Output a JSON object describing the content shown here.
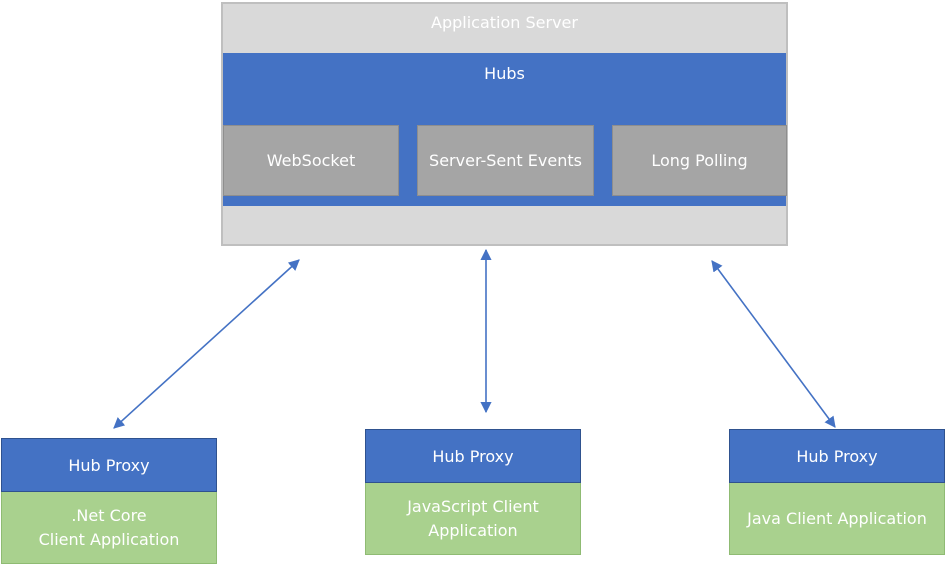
{
  "server": {
    "title": "Application Server",
    "hubs_title": "Hubs",
    "transports": [
      "WebSocket",
      "Server-Sent Events",
      "Long Polling"
    ]
  },
  "clients": [
    {
      "proxy": "Hub Proxy",
      "app": ".Net Core\nClient Application"
    },
    {
      "proxy": "Hub Proxy",
      "app": "JavaScript Client\nApplication"
    },
    {
      "proxy": "Hub Proxy",
      "app": "Java Client Application"
    }
  ],
  "colors": {
    "server_bg": "#d9d9d9",
    "hub_blue": "#4472c4",
    "transport_gray": "#a5a5a5",
    "app_green": "#a9d18e",
    "arrow": "#4472c4"
  }
}
